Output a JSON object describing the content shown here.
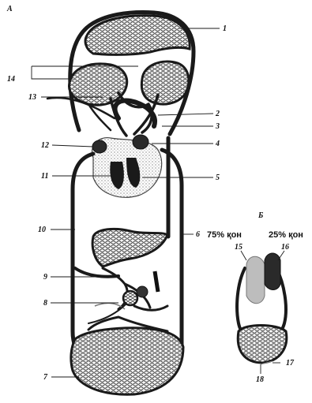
{
  "panels": {
    "a": "А",
    "b": "Б"
  },
  "captions": {
    "left": "75% қон",
    "right": "25% қон"
  },
  "labels": [
    {
      "id": "1",
      "text": "1"
    },
    {
      "id": "2",
      "text": "2"
    },
    {
      "id": "3",
      "text": "3"
    },
    {
      "id": "4",
      "text": "4"
    },
    {
      "id": "5",
      "text": "5"
    },
    {
      "id": "6",
      "text": "6"
    },
    {
      "id": "7",
      "text": "7"
    },
    {
      "id": "8",
      "text": "8"
    },
    {
      "id": "9",
      "text": "9"
    },
    {
      "id": "10",
      "text": "10"
    },
    {
      "id": "11",
      "text": "11"
    },
    {
      "id": "12",
      "text": "12"
    },
    {
      "id": "13",
      "text": "13"
    },
    {
      "id": "14",
      "text": "14"
    },
    {
      "id": "15",
      "text": "15"
    },
    {
      "id": "16",
      "text": "16"
    },
    {
      "id": "17",
      "text": "17"
    },
    {
      "id": "18",
      "text": "18"
    }
  ]
}
